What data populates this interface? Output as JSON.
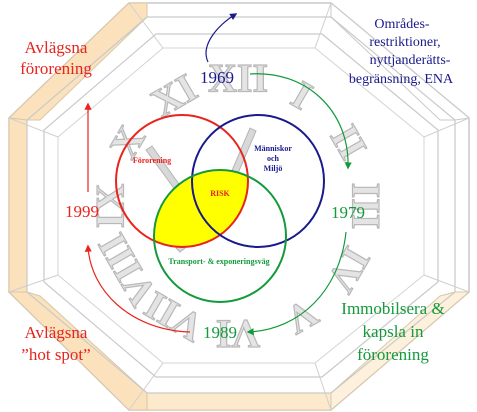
{
  "years": {
    "y1969": "1969",
    "y1979": "1979",
    "y1989": "1989",
    "y1999": "1999"
  },
  "circles": {
    "pollution": "Förorening",
    "people_line1": "Människor",
    "people_line2": "och",
    "people_line3": "Miljö",
    "transport": "Transport- & exponeringsväg",
    "risk": "RISK"
  },
  "annotations": {
    "top_right": [
      "Områdes-",
      "restriktioner,",
      "nyttjanderätts-",
      "begränsning, ENA"
    ],
    "top_left": [
      "Avlägsna",
      "förorening"
    ],
    "bottom_left": [
      "Avlägsna",
      "”hot spot”"
    ],
    "bottom_right": [
      "Immobilsera &",
      "kapsla in",
      "förorening"
    ]
  },
  "clock_numerals": [
    "XII",
    "I",
    "II",
    "III",
    "IV",
    "V",
    "VI",
    "VII",
    "VIII",
    "IX",
    "X",
    "XI"
  ],
  "colors": {
    "red": "#e8241c",
    "blue": "#1a1a8c",
    "green": "#139a3c",
    "risk_fill": "#ffff00",
    "panel": "#fbe2bd",
    "ring": "#c9c9c9"
  }
}
